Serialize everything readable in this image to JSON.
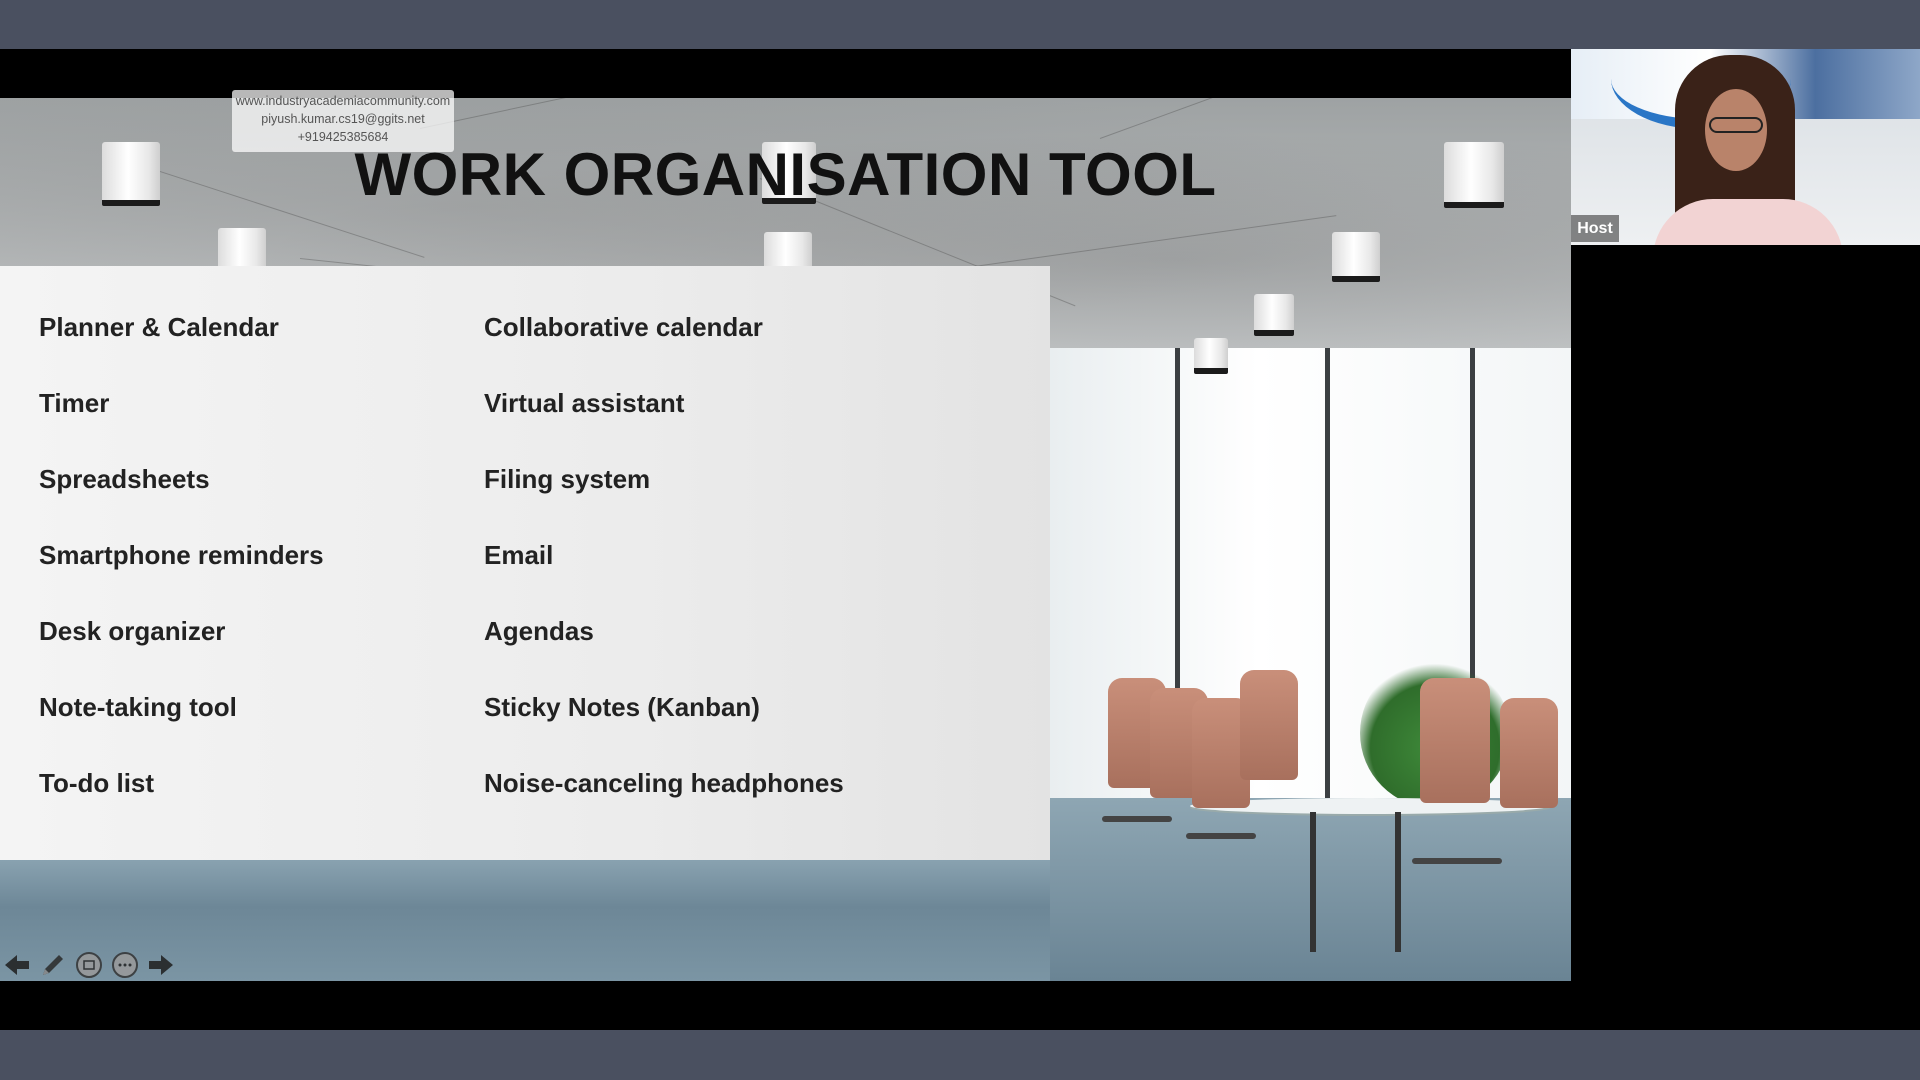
{
  "slide": {
    "title": "WORK ORGANISATION TOOL",
    "watermark": {
      "website": "www.industryacademiacommunity.com",
      "email": "piyush.kumar.cs19@ggits.net",
      "phone": "+919425385684"
    },
    "left_items": [
      "Planner & Calendar",
      "Timer",
      "Spreadsheets",
      "Smartphone reminders",
      "Desk organizer",
      "Note-taking tool",
      "To-do list"
    ],
    "right_items": [
      "Collaborative calendar",
      "Virtual assistant",
      "Filing system",
      "Email",
      "Agendas",
      "Sticky Notes (Kanban)",
      "Noise-canceling headphones"
    ],
    "nav_controls": {
      "previous_icon": "arrow-left-icon",
      "pen_icon": "pen-icon",
      "slides_icon": "slides-icon",
      "more_icon": "more-icon",
      "next_icon": "arrow-right-icon"
    }
  },
  "video": {
    "participant_label": "Host"
  }
}
